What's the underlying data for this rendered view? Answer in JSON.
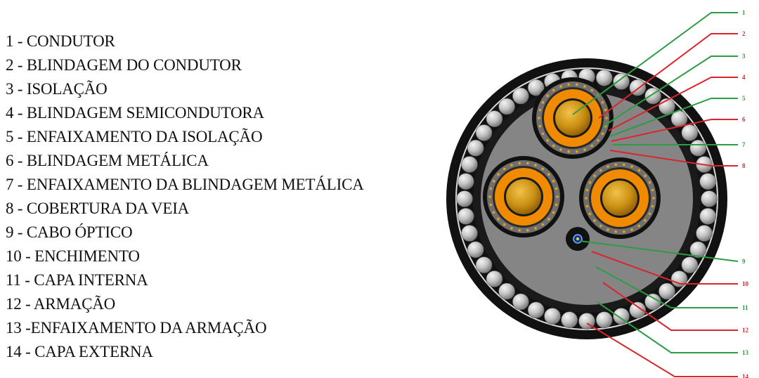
{
  "legend": {
    "items": [
      "1 - CONDUTOR",
      "2 - BLINDAGEM DO CONDUTOR",
      "3 - ISOLAÇÃO",
      "4 - BLINDAGEM SEMICONDUTORA",
      "5 - ENFAIXAMENTO DA ISOLAÇÃO",
      "6 - BLINDAGEM METÁLICA",
      "7 - ENFAIXAMENTO DA BLINDAGEM METÁLICA",
      "8 - COBERTURA DA VEIA",
      "9 - CABO ÓPTICO",
      "10 - ENCHIMENTO",
      "11 - CAPA INTERNA",
      "12 - ARMAÇÃO",
      "13 -ENFAIXAMENTO DA ARMAÇÃO",
      "14 - CAPA EXTERNA"
    ]
  },
  "diagram": {
    "callout_numbers": [
      "1",
      "2",
      "3",
      "4",
      "5",
      "6",
      "7",
      "8",
      "9",
      "10",
      "11",
      "12",
      "13",
      "14"
    ],
    "callout_colors": [
      "#2e9c43",
      "#d9262c",
      "#2e9c43",
      "#d9262c",
      "#2e9c43",
      "#d9262c",
      "#2e9c43",
      "#d9262c",
      "#2e9c43",
      "#d9262c",
      "#2e9c43",
      "#d9262c",
      "#2e9c43",
      "#d9262c"
    ],
    "colors": {
      "outer_sheath": "#111111",
      "armor_wire": "#b9b9b9",
      "filler": "#858585",
      "conductor": "#c98f12",
      "insulation": "#f08a00",
      "metallic_screen": "#7a7a7a",
      "screen_dots": "#e8a21a",
      "optical_fiber": "#0c3a8a"
    }
  }
}
